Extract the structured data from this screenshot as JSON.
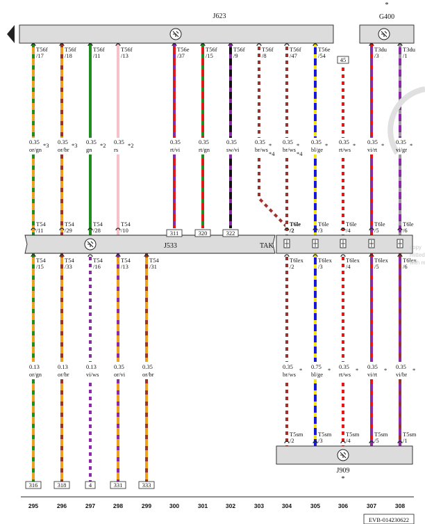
{
  "components": {
    "j623": {
      "name": "J623"
    },
    "g400": {
      "name": "G400",
      "mark": "*"
    },
    "j533": {
      "name": "J533"
    },
    "tak": {
      "name": "TAK"
    },
    "j909": {
      "name": "J909",
      "mark": "*"
    }
  },
  "colors": {
    "or": "#f0a020",
    "gn": "#1e8c1e",
    "br": "#a0302a",
    "rs": "#f8c0c8",
    "rt": "#e01818",
    "vi": "#8a2aa6",
    "sw": "#111111",
    "ws": "#ffffff",
    "bl": "#1818d8",
    "ge": "#f2e21a",
    "gr": "#9a9a9a",
    "box": "#dcdcdc",
    "line": "#222222"
  },
  "wires": [
    {
      "top_conn": [
        "T56f",
        "/17"
      ],
      "top_note": "",
      "size1": "0.35",
      "color1": "or/gn",
      "note1": "*3",
      "mid_conn": [
        "T54",
        "/11"
      ],
      "bot_conn_top": [
        "T54",
        "/15"
      ],
      "size2": "0.13",
      "color2": "or/gn",
      "note2": "",
      "ref": "316",
      "column": "295"
    },
    {
      "top_conn": [
        "T56f",
        "/18"
      ],
      "top_note": "",
      "size1": "0.35",
      "color1": "or/br",
      "note1": "*3",
      "mid_conn": [
        "T54",
        "/29"
      ],
      "bot_conn_top": [
        "T54",
        "/33"
      ],
      "size2": "0.13",
      "color2": "or/br",
      "note2": "",
      "ref": "318",
      "column": "296"
    },
    {
      "top_conn": [
        "T56f",
        "/11"
      ],
      "top_note": "",
      "size1": "0.35",
      "color1": "gn",
      "note1": "*2",
      "mid_conn": [
        "T54",
        "/28"
      ],
      "bot_conn_top": [
        "T54",
        "/16"
      ],
      "size2": "0.13",
      "color2": "vi/ws",
      "note2": "",
      "ref": "4",
      "column": "297"
    },
    {
      "top_conn": [
        "T56f",
        "/13"
      ],
      "top_note": "",
      "size1": "0.35",
      "color1": "rs",
      "note1": "*2",
      "mid_conn": [
        "T54",
        "/10"
      ],
      "bot_conn_top": [
        "T54",
        "/13"
      ],
      "size2": "0.35",
      "color2": "or/vi",
      "note2": "",
      "ref": "331",
      "column": "298"
    },
    {
      "bot_conn_top": [
        "T54",
        "/31"
      ],
      "size2": "0.35",
      "color2": "or/br",
      "note2": "",
      "ref": "333",
      "column": "299"
    },
    {
      "top_conn": [
        "T56e",
        "/37"
      ],
      "size1": "0.35",
      "color1": "rt/vi",
      "note1": "",
      "ref": "311",
      "column": "300"
    },
    {
      "top_conn": [
        "T56f",
        "/15"
      ],
      "size1": "0.35",
      "color1": "rt/gn",
      "note1": "",
      "ref": "320",
      "column": "301"
    },
    {
      "top_conn": [
        "T56f",
        "/9"
      ],
      "size1": "0.35",
      "color1": "sw/vi",
      "note1": "",
      "ref": "322",
      "column": "302"
    },
    {
      "top_conn": [
        "T56f",
        "/8"
      ],
      "size1": "0.35",
      "color1": "br/ws",
      "note1": "*",
      "note1b": "*4",
      "column": "303"
    },
    {
      "top_conn": [
        "T56f",
        "/47"
      ],
      "size1": "0.35",
      "color1": "br/ws",
      "note1": "*",
      "note1b": "*4",
      "mid_conn": [
        "T6le",
        "/2"
      ],
      "bot_conn_top": [
        "T6lex",
        "/2"
      ],
      "size2": "0.35",
      "color2": "br/ws",
      "note2": "*",
      "end_conn": [
        "T5sm",
        "/2"
      ],
      "column": "304"
    },
    {
      "top_conn": [
        "T56e",
        "/54"
      ],
      "size1": "0.35",
      "color1": "bl/ge",
      "note1": "*",
      "mid_conn": [
        "T6le",
        "/3"
      ],
      "bot_conn_top": [
        "T6lex",
        "/3"
      ],
      "size2": "0.75",
      "color2": "bl/ge",
      "note2": "*",
      "end_conn": [
        "T5sm",
        "/3"
      ],
      "column": "305"
    },
    {
      "top_ref": "45",
      "size1": "0.35",
      "color1": "rt/ws",
      "note1": "*",
      "mid_conn": [
        "T6le",
        "/4"
      ],
      "bot_conn_top": [
        "T6lex",
        "/4"
      ],
      "size2": "0.35",
      "color2": "rt/ws",
      "note2": "*",
      "end_conn": [
        "T5sm",
        "/4"
      ],
      "end_note": "*",
      "column": "306"
    },
    {
      "top_conn": [
        "T3du",
        "/3"
      ],
      "size1": "0.35",
      "color1": "vi/rt",
      "note1": "*",
      "mid_conn": [
        "T6le",
        "/5"
      ],
      "bot_conn_top": [
        "T6lex",
        "/5"
      ],
      "size2": "0.35",
      "color2": "vi/rt",
      "note2": "*",
      "end_conn": [
        "T5sm",
        "/5"
      ],
      "column": "307"
    },
    {
      "top_conn": [
        "T3du",
        "/1"
      ],
      "size1": "0.35",
      "color1": "vi/gr",
      "note1": "*",
      "mid_conn": [
        "T6le",
        "/6"
      ],
      "bot_conn_top": [
        "T6lex",
        "/6"
      ],
      "size2": "0.35",
      "color2": "vi/br",
      "note2": "*",
      "end_conn": [
        "T5sm",
        "/1"
      ],
      "column": "308"
    }
  ],
  "footer": {
    "code": "EVB-014230622"
  },
  "watermark": [
    "copy",
    "mitted unless",
    "with respect to"
  ]
}
